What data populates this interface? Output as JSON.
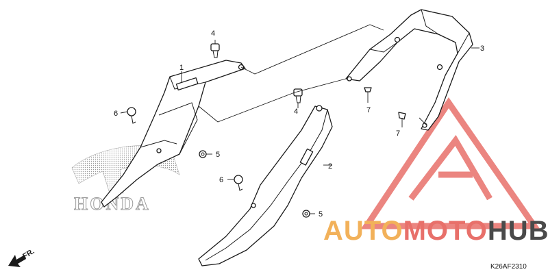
{
  "callouts": [
    {
      "id": "c1",
      "label": "1"
    },
    {
      "id": "c2",
      "label": "2"
    },
    {
      "id": "c3",
      "label": "3"
    },
    {
      "id": "c4a",
      "label": "4"
    },
    {
      "id": "c4b",
      "label": "4"
    },
    {
      "id": "c5a",
      "label": "5"
    },
    {
      "id": "c5b",
      "label": "5"
    },
    {
      "id": "c6a",
      "label": "6"
    },
    {
      "id": "c6b",
      "label": "6"
    },
    {
      "id": "c7a",
      "label": "7"
    },
    {
      "id": "c7b",
      "label": "7"
    }
  ],
  "front_indicator": "FR.",
  "honda_watermark": "HONDA",
  "brand": {
    "part1": "AUTO",
    "part2": "MOTO",
    "part3": "HUB",
    "color_auto": "#f2b15a",
    "color_moto": "#e8706a",
    "color_hub": "#4a4a4a",
    "triangle_color": "#e8706a"
  },
  "diagram_code": "K26AF2310"
}
